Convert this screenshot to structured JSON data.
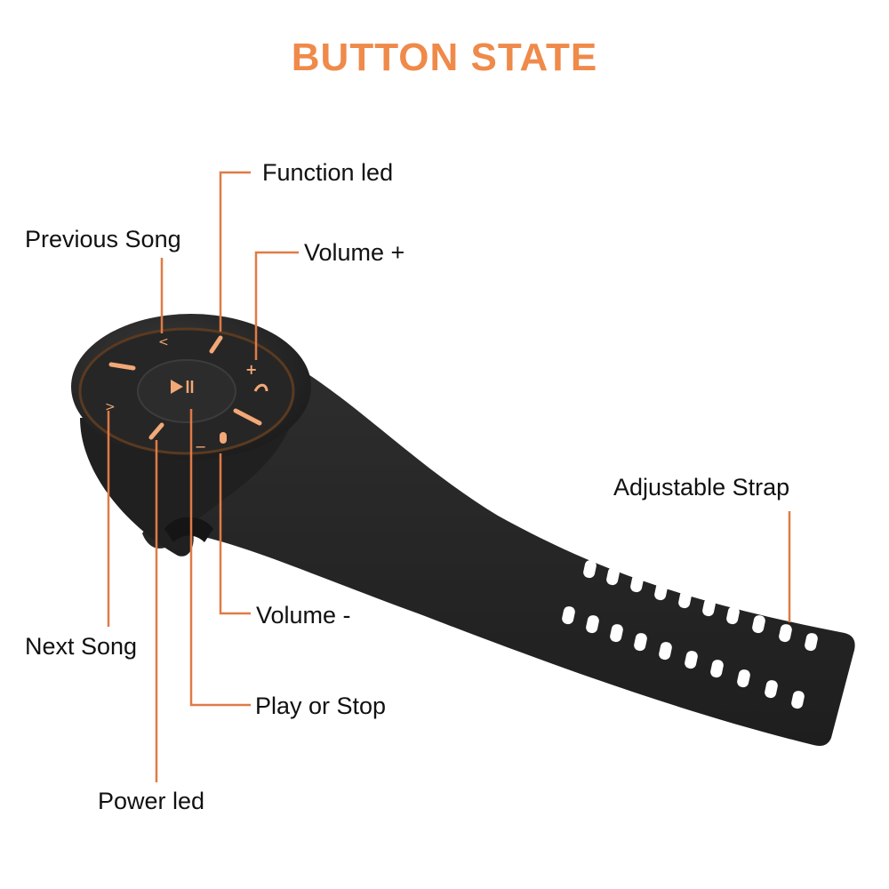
{
  "title": "BUTTON STATE",
  "colors": {
    "accent": "#ef8a4a",
    "leader": "#e07b45",
    "device": "#2b2b2b",
    "button_glow": "#f2a877"
  },
  "labels": {
    "function_led": "Function led",
    "previous_song": "Previous Song",
    "volume_up": "Volume +",
    "adjustable_strap": "Adjustable Strap",
    "volume_down": "Volume -",
    "next_song": "Next Song",
    "play_or_stop": "Play or Stop",
    "power_led": "Power led"
  }
}
